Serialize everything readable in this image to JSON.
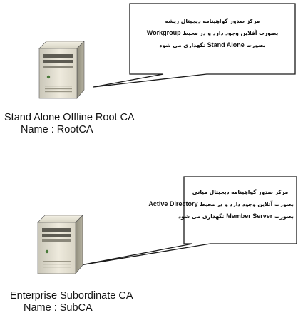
{
  "nodes": [
    {
      "title": "Stand Alone Offline Root CA",
      "name": "Name : RootCA",
      "callout": {
        "line1": "مرکز صدور گواهینامه دیجیتال ریشه",
        "line2_pre": "بصورت آفلاین وجود دارد و در محیط",
        "line2_term": "Workgroup",
        "line3_term": "Stand Alone",
        "line3_post": "نگهداری می شود",
        "line3_pre": "بصورت"
      }
    },
    {
      "title": "Enterprise  Subordinate CA",
      "name": "Name : SubCA",
      "callout": {
        "line1": "مرکز صدور گواهینامه دیجیتال میانی",
        "line2_pre": "بصورت آنلاین وجود دارد و در محیط",
        "line2_term": "Active Directory",
        "line3_term": "Member Server",
        "line3_post": "نگهداری می شود",
        "line3_pre": "بصورت"
      }
    }
  ]
}
